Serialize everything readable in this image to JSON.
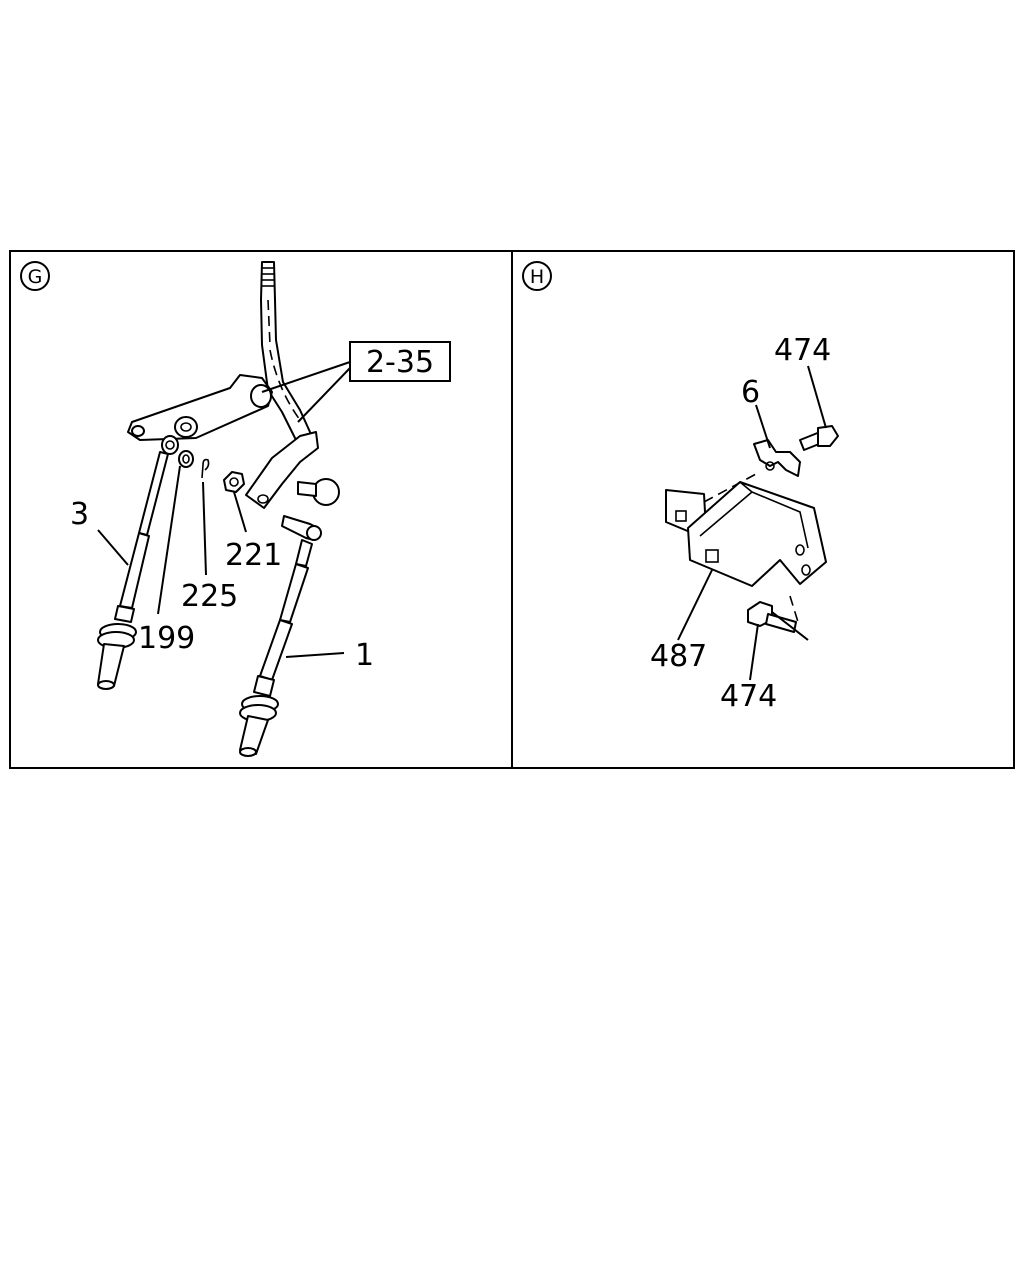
{
  "panels": [
    {
      "id": "G",
      "callouts": [
        {
          "id": "3",
          "text": "3"
        },
        {
          "id": "199",
          "text": "199"
        },
        {
          "id": "225",
          "text": "225"
        },
        {
          "id": "221",
          "text": "221"
        },
        {
          "id": "1",
          "text": "1"
        }
      ],
      "reference": "2-35"
    },
    {
      "id": "H",
      "callouts": [
        {
          "id": "474a",
          "text": "474"
        },
        {
          "id": "6",
          "text": "6"
        },
        {
          "id": "487",
          "text": "487"
        },
        {
          "id": "474b",
          "text": "474"
        }
      ]
    }
  ]
}
